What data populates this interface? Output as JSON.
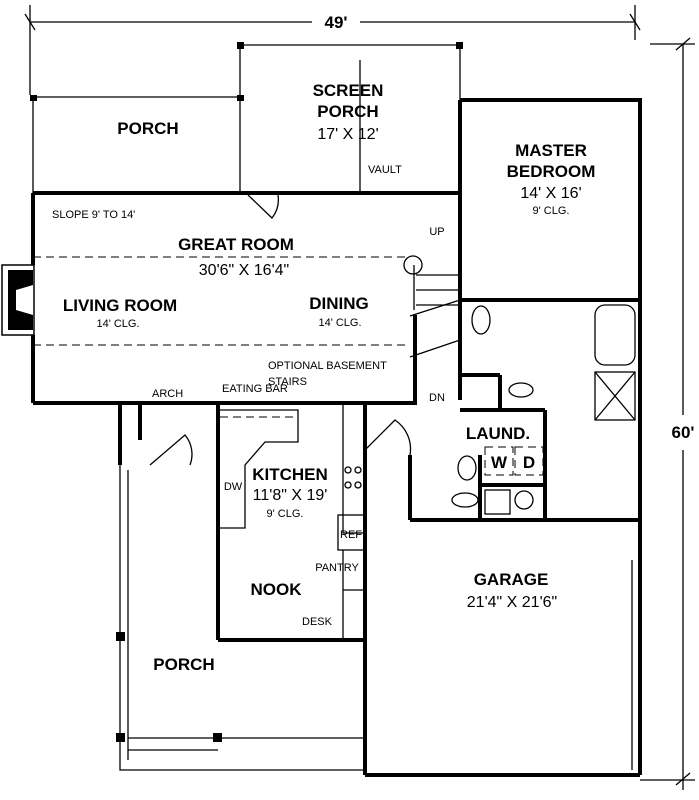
{
  "dimensions": {
    "width": "49'",
    "depth": "60'"
  },
  "rooms": {
    "porch_top": {
      "name": "PORCH"
    },
    "screen_porch": {
      "name_1": "SCREEN",
      "name_2": "PORCH",
      "size": "17' X 12'",
      "note": "VAULT"
    },
    "master_bedroom": {
      "name_1": "MASTER",
      "name_2": "BEDROOM",
      "size": "14' X 16'",
      "ceiling": "9' CLG."
    },
    "great_room": {
      "name": "GREAT ROOM",
      "size": "30'6\" X 16'4\"",
      "note": "SLOPE 9' TO 14'"
    },
    "living_room": {
      "name": "LIVING ROOM",
      "ceiling": "14' CLG."
    },
    "dining": {
      "name": "DINING",
      "ceiling": "14' CLG."
    },
    "kitchen": {
      "name": "KITCHEN",
      "size": "11'8\" X 19'",
      "ceiling": "9' CLG."
    },
    "nook": {
      "name": "NOOK"
    },
    "porch_front": {
      "name": "PORCH"
    },
    "garage": {
      "name": "GARAGE",
      "size": "21'4\" X 21'6\""
    },
    "laundry": {
      "name": "LAUND.",
      "washer": "W",
      "dryer": "D"
    }
  },
  "notes": {
    "up": "UP",
    "dn": "DN",
    "basement_1": "OPTIONAL BASEMENT",
    "basement_2": "STAIRS",
    "arch": "ARCH",
    "eating_bar": "EATING BAR",
    "dw": "DW",
    "ref": "REF",
    "pantry": "PANTRY",
    "desk": "DESK"
  }
}
